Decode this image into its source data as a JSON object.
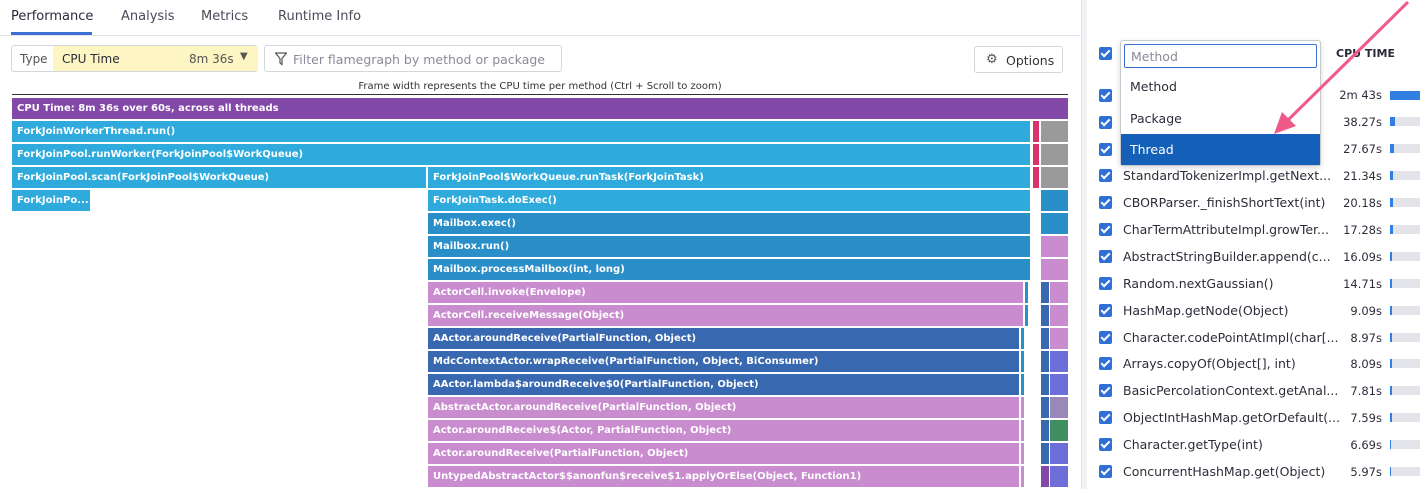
{
  "tabs": [
    "Performance",
    "Analysis",
    "Metrics",
    "Runtime Info"
  ],
  "toolbar": {
    "type_label": "Type",
    "type_value": "CPU Time",
    "type_total": "8m 36s",
    "filter_placeholder": "Filter flamegraph by method or package",
    "options_label": "Options"
  },
  "flamegraph": {
    "caption": "Frame width represents the CPU time per method (Ctrl + Scroll to zoom)",
    "frames": [
      "CPU Time: 8m 36s over 60s, across all threads",
      "ForkJoinWorkerThread.run()",
      "ForkJoinPool.runWorker(ForkJoinPool$WorkQueue)",
      "ForkJoinPool.scan(ForkJoinPool$WorkQueue)",
      "ForkJoinPool$WorkQueue.runTask(ForkJoinTask)",
      "ForkJoinPo...",
      "ForkJoinTask.doExec()",
      "Mailbox.exec()",
      "Mailbox.run()",
      "Mailbox.processMailbox(int, long)",
      "ActorCell.invoke(Envelope)",
      "ActorCell.receiveMessage(Object)",
      "AActor.aroundReceive(PartialFunction, Object)",
      "MdcContextActor.wrapReceive(PartialFunction, Object, BiConsumer)",
      "AActor.lambda$aroundReceive$0(PartialFunction, Object)",
      "AbstractActor.aroundReceive(PartialFunction, Object)",
      "Actor.aroundReceive$(Actor, PartialFunction, Object)",
      "Actor.aroundReceive(PartialFunction, Object)",
      "UntypedAbstractActor$$anonfun$receive$1.applyOrElse(Object, Function1)"
    ]
  },
  "panel": {
    "column_header": "CPU TIME",
    "dropdown": {
      "placeholder": "Method",
      "options": [
        "Method",
        "Package",
        "Thread"
      ],
      "selected": "Thread"
    },
    "rows": [
      {
        "name": "",
        "time": "2m 43s",
        "share": 1.0
      },
      {
        "name": "",
        "time": "38.27s",
        "share": 0.23
      },
      {
        "name": "",
        "time": "27.67s",
        "share": 0.17
      },
      {
        "name": "StandardTokenizerImpl.getNext...",
        "time": "21.34s",
        "share": 0.13
      },
      {
        "name": "CBORParser._finishShortText(int)",
        "time": "20.18s",
        "share": 0.12
      },
      {
        "name": "CharTermAttributeImpl.growTer...",
        "time": "17.28s",
        "share": 0.11
      },
      {
        "name": "AbstractStringBuilder.append(c...",
        "time": "16.09s",
        "share": 0.1
      },
      {
        "name": "Random.nextGaussian()",
        "time": "14.71s",
        "share": 0.09
      },
      {
        "name": "HashMap.getNode(Object)",
        "time": "9.09s",
        "share": 0.06
      },
      {
        "name": "Character.codePointAtImpl(char[...",
        "time": "8.97s",
        "share": 0.06
      },
      {
        "name": "Arrays.copyOf(Object[], int)",
        "time": "8.09s",
        "share": 0.05
      },
      {
        "name": "BasicPercolationContext.getAnal...",
        "time": "7.81s",
        "share": 0.05
      },
      {
        "name": "ObjectIntHashMap.getOrDefault(...",
        "time": "7.59s",
        "share": 0.05
      },
      {
        "name": "Character.getType(int)",
        "time": "6.69s",
        "share": 0.04
      },
      {
        "name": "ConcurrentHashMap.get(Object)",
        "time": "5.97s",
        "share": 0.04
      }
    ]
  },
  "colors": {
    "accent": "#3b6fd1",
    "root": "#8349a8",
    "cyan": "#2eaadd",
    "blue": "#2a8ec8",
    "pink": "#c98ccf",
    "navy": "#3868b0",
    "arrow": "#f05a8a"
  }
}
